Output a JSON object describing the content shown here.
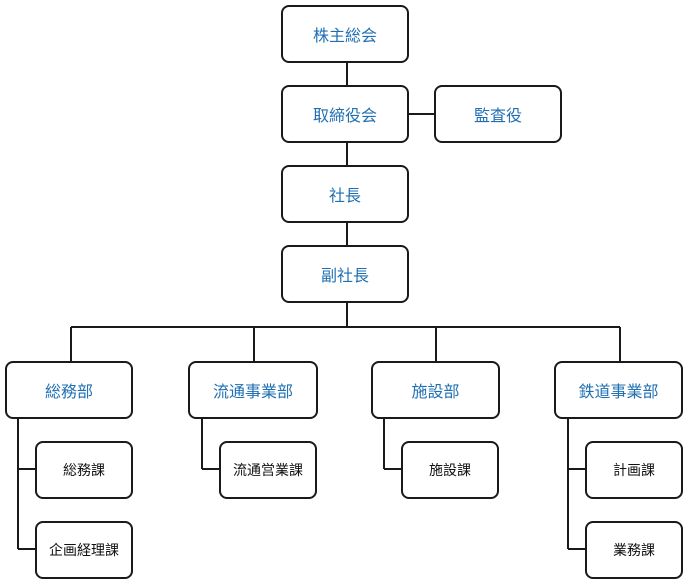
{
  "colors": {
    "major_text": "#1f6fb2",
    "minor_text": "#111111",
    "line": "#1a1a1a"
  },
  "nodes": {
    "shareholders_meeting": "株主総会",
    "board_of_directors": "取締役会",
    "auditor": "監査役",
    "president": "社長",
    "vice_president": "副社長",
    "general_affairs_dept": "総務部",
    "distribution_business_dept": "流通事業部",
    "facilities_dept": "施設部",
    "railway_business_dept": "鉄道事業部",
    "general_affairs_section": "総務課",
    "planning_accounting_section": "企画経理課",
    "distribution_sales_section": "流通営業課",
    "facilities_section": "施設課",
    "accounting_section": "計画課",
    "operations_section": "業務課"
  }
}
